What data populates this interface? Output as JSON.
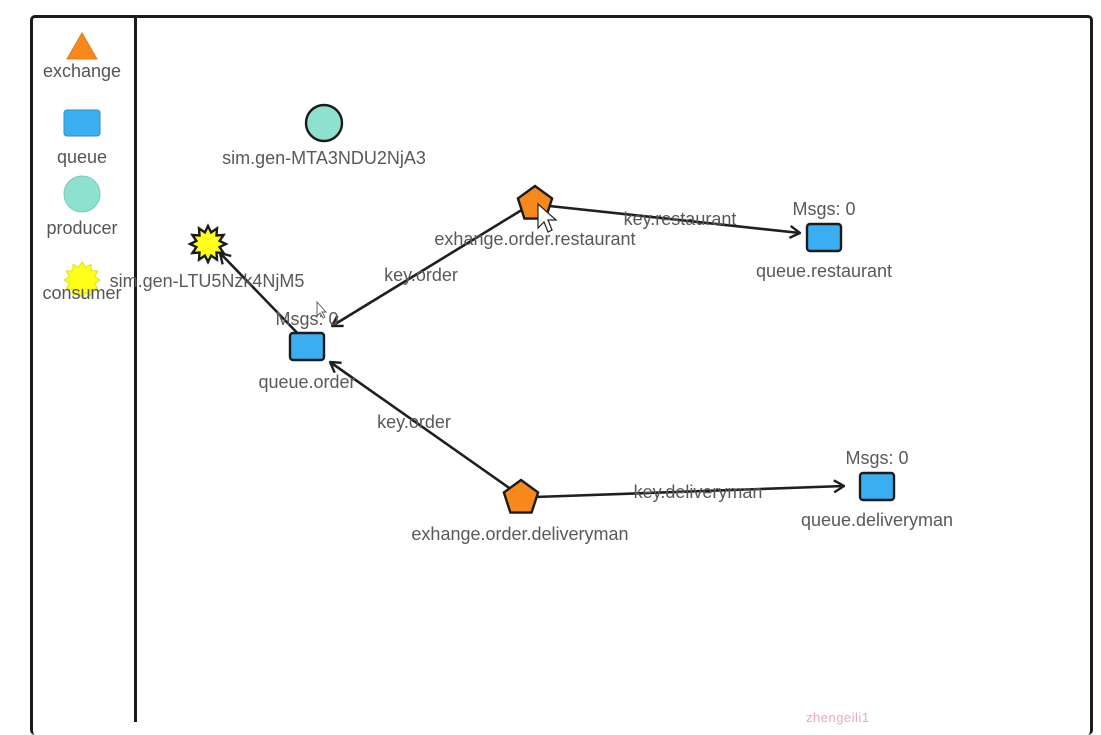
{
  "legend": {
    "items": [
      {
        "label": "exchange",
        "shape": "triangle",
        "color": "#f7891c"
      },
      {
        "label": "queue",
        "shape": "rect",
        "color": "#3aaef0"
      },
      {
        "label": "producer",
        "shape": "circle",
        "color": "#8ee0d0"
      },
      {
        "label": "consumer",
        "shape": "star",
        "color": "#ffff1a"
      }
    ]
  },
  "colors": {
    "exchange": "#f7891c",
    "queue": "#3aaef0",
    "producer": "#8ee0d0",
    "consumer": "#ffff1a"
  },
  "nodes": {
    "producer": {
      "name": "sim.gen-MTA3NDU2NjA3"
    },
    "consumer": {
      "name": "sim.gen-LTU5Nzk4NjM5"
    },
    "exchange_restaurant": {
      "name": "exhange.order.restaurant"
    },
    "exchange_deliveryman": {
      "name": "exhange.order.deliveryman"
    },
    "queue_order": {
      "name": "queue.order",
      "msgs": "Msgs: 0"
    },
    "queue_restaurant": {
      "name": "queue.restaurant",
      "msgs": "Msgs: 0"
    },
    "queue_deliveryman": {
      "name": "queue.deliveryman",
      "msgs": "Msgs: 0"
    }
  },
  "edges": {
    "restaurant_to_queue_restaurant": "key.restaurant",
    "restaurant_to_queue_order": "key.order",
    "deliveryman_to_queue_order": "key.order",
    "deliveryman_to_queue_deliveryman": "key.deliveryman"
  },
  "watermark": "zhengeili1"
}
